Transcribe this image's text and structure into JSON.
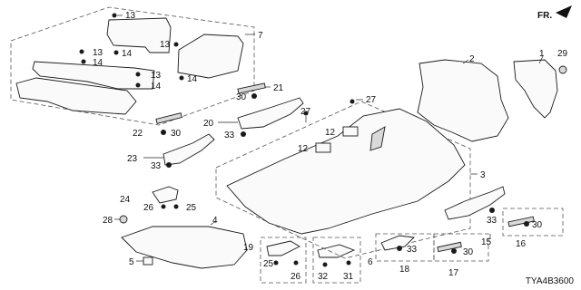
{
  "diagram_code": "TYA4B3600",
  "direction_label": "FR.",
  "callouts": {
    "c1": "1",
    "c2": "2",
    "c3": "3",
    "c4": "4",
    "c5": "5",
    "c6": "6",
    "c7": "7",
    "c12a": "12",
    "c12b": "12",
    "c13a": "13",
    "c13b": "13",
    "c13c": "13",
    "c13d": "13",
    "c14a": "14",
    "c14b": "14",
    "c14c": "14",
    "c14d": "14",
    "c15": "15",
    "c16": "16",
    "c17": "17",
    "c18": "18",
    "c19": "19",
    "c20": "20",
    "c21": "21",
    "c22": "22",
    "c23": "23",
    "c24": "24",
    "c25a": "25",
    "c25b": "25",
    "c26a": "26",
    "c26b": "26",
    "c27a": "27",
    "c27b": "27",
    "c28": "28",
    "c29": "29",
    "c30a": "30",
    "c30b": "30",
    "c30c": "30",
    "c30d": "30",
    "c31": "31",
    "c32": "32",
    "c33a": "33",
    "c33b": "33",
    "c33c": "33",
    "c33d": "33"
  }
}
